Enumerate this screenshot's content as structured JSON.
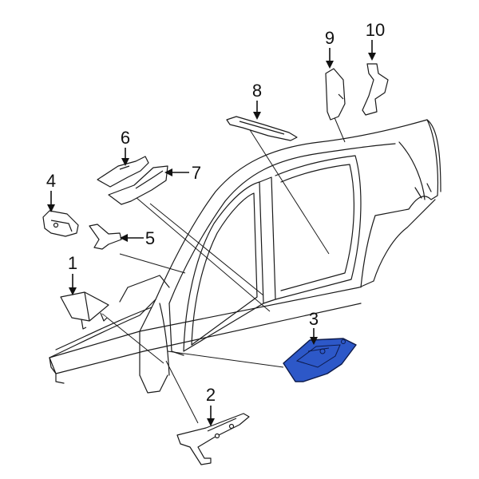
{
  "diagram": {
    "highlight_color": "#2d58c8",
    "callouts": [
      {
        "id": "1",
        "label": "1"
      },
      {
        "id": "2",
        "label": "2"
      },
      {
        "id": "3",
        "label": "3"
      },
      {
        "id": "4",
        "label": "4"
      },
      {
        "id": "5",
        "label": "5"
      },
      {
        "id": "6",
        "label": "6"
      },
      {
        "id": "7",
        "label": "7"
      },
      {
        "id": "8",
        "label": "8"
      },
      {
        "id": "9",
        "label": "9"
      },
      {
        "id": "10",
        "label": "10"
      }
    ],
    "highlighted_part": "3"
  }
}
